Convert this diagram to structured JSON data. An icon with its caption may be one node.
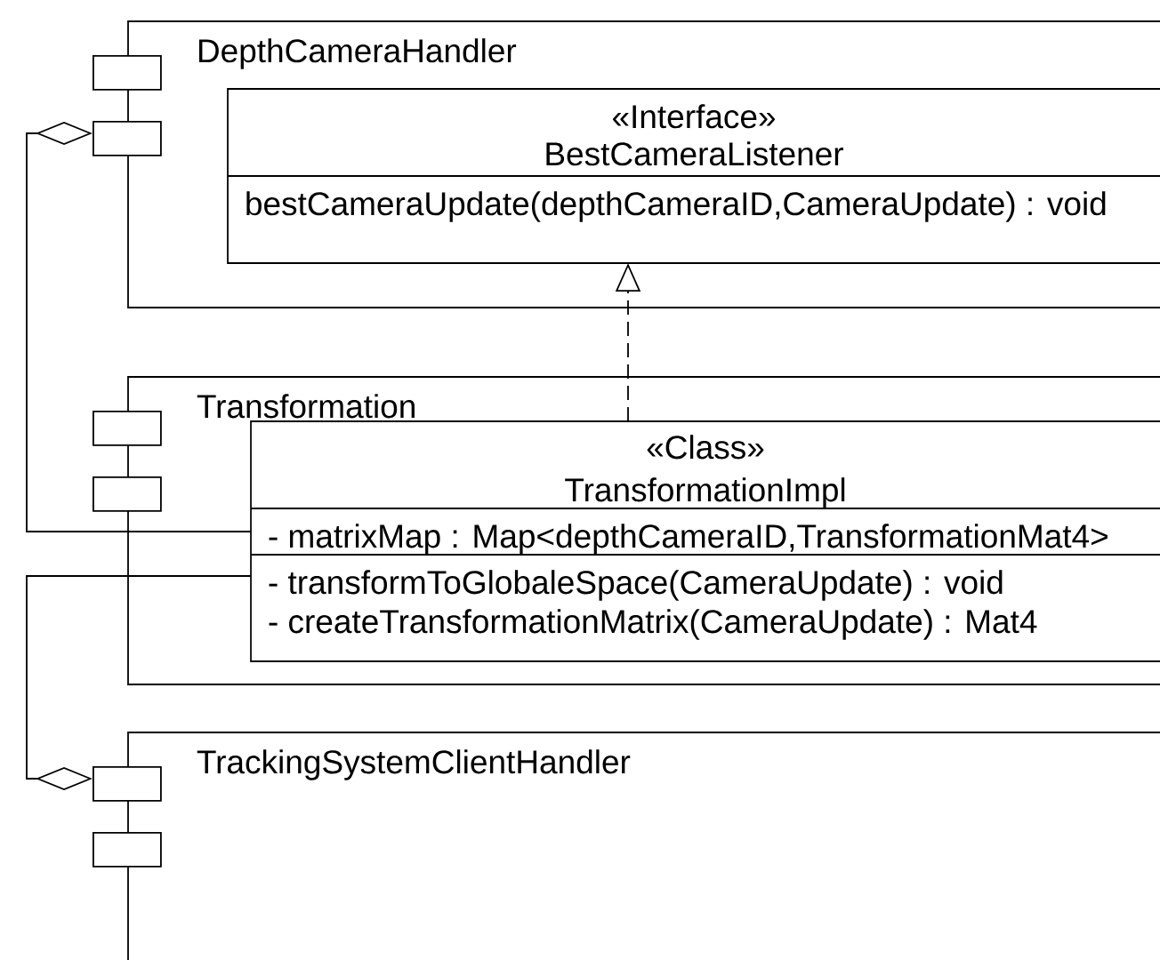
{
  "diagram": {
    "nodes": [
      {
        "text": [
          "DepthCameraHandler"
        ]
      },
      {
        "text": [],
        "shape": "box"
      },
      {
        "text": [],
        "shape": "box"
      },
      {
        "text": [
          "«Interface»",
          "BestCameraListener",
          "bestCameraUpdate(depthCameraID,CameraUpdate) : void"
        ],
        "in": 0
      },
      {
        "text": [
          "Transformation"
        ]
      },
      {
        "text": [],
        "shape": "box"
      },
      {
        "text": [],
        "shape": "box"
      },
      {
        "text": [
          "«Class»",
          "TransformationImpl",
          "- matrixMap : Map<depthCameraID,TransformationMat4>",
          "- transformToGlobaleSpace(CameraUpdate) : void",
          "- createTransformationMatrix(CameraUpdate) : Mat4"
        ],
        "in": 4
      },
      {
        "text": [
          "TrackingSystemClientHandler"
        ]
      },
      {
        "text": [],
        "shape": "box"
      },
      {
        "text": [],
        "shape": "box"
      }
    ],
    "edges": [
      {
        "from": 7,
        "to": 3,
        "arrow": "to",
        "style": "dashed"
      },
      {
        "from": 7,
        "to": 2,
        "arrow": "other"
      },
      {
        "from": 7,
        "to": 9,
        "arrow": "other"
      }
    ]
  }
}
